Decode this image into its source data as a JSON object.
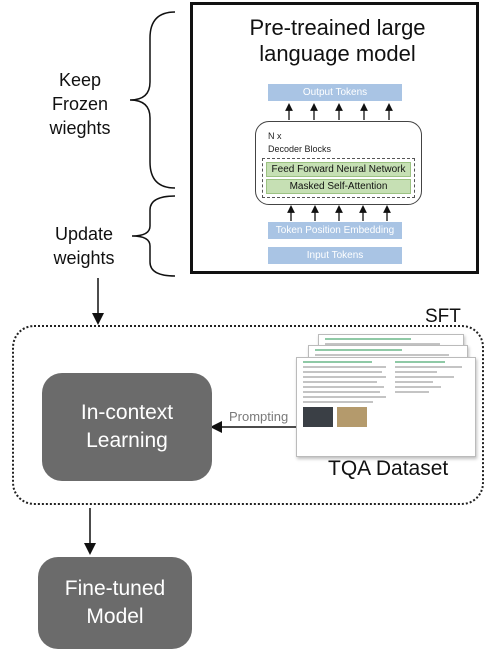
{
  "left_labels": {
    "keep": [
      "Keep",
      "Frozen",
      "wieghts"
    ],
    "update": [
      "Update",
      "weights"
    ]
  },
  "llm": {
    "title": [
      "Pre-treained large",
      "language model"
    ],
    "output_tokens": "Output Tokens",
    "n_x": "N x",
    "decoder_blocks": "Decoder Blocks",
    "feed_forward": "Feed Forward Neural Network",
    "masked_attention": "Masked Self-Attention",
    "token_position": "Token Position Embedding",
    "input_tokens": "Input Tokens"
  },
  "sft": {
    "label": "SFT",
    "icl": [
      "In-context",
      "Learning"
    ],
    "prompting": "Prompting",
    "dataset": "TQA Dataset"
  },
  "result": [
    "Fine-tuned",
    "Model"
  ],
  "colors": {
    "blue_bar": "#a9c4e4",
    "green_bar": "#c6e0b4",
    "gray_box": "#6b6b6b",
    "arrow_gray": "#8a8a8a"
  }
}
